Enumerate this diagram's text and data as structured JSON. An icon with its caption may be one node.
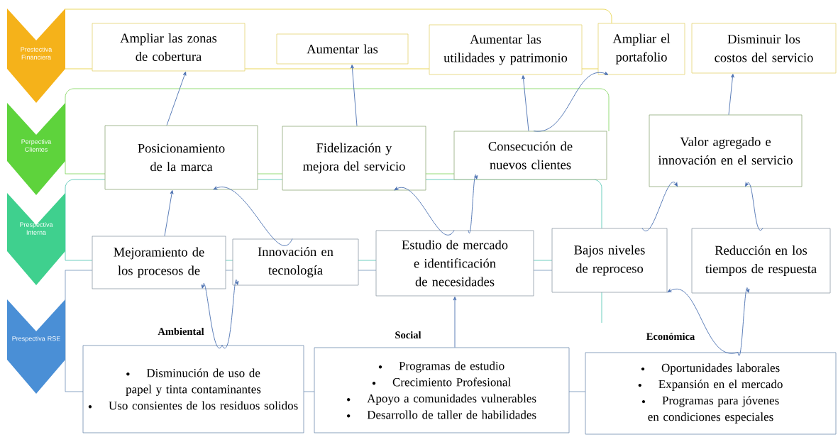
{
  "diagram": {
    "nodes": [
      {
        "text": [
          "Prestectiva Financiera"
        ]
      },
      {
        "text": [
          "Perpectiva Clientes"
        ]
      },
      {
        "text": [
          "Prespectiva Interna"
        ]
      },
      {
        "text": [
          "Prespectiva RSE"
        ]
      },
      {
        "text": [
          "Ampliar las zonas de cobertura"
        ]
      },
      {
        "text": [
          "Aumentar las"
        ]
      },
      {
        "text": [
          "Aumentar las utilidades y patrimonio"
        ]
      },
      {
        "text": [
          "Ampliar el portafolio"
        ]
      },
      {
        "text": [
          "Disminuir los costos del servicio"
        ]
      },
      {
        "text": [
          "Posicionamiento de la marca"
        ]
      },
      {
        "text": [
          "Fidelización y mejora del servicio"
        ]
      },
      {
        "text": [
          "Consecución de nuevos clientes"
        ]
      },
      {
        "text": [
          "Valor agregado e innovación en el servicio"
        ]
      },
      {
        "text": [
          "Mejoramiento de los procesos de"
        ]
      },
      {
        "text": [
          "Innovación en tecnología"
        ]
      },
      {
        "text": [
          "Estudio de mercado e identificación de necesidades"
        ]
      },
      {
        "text": [
          "Bajos niveles de reproceso"
        ]
      },
      {
        "text": [
          "Reducción en los tiempos de respuesta"
        ]
      },
      {
        "text": [
          "Ambiental",
          "Disminución de uso de papel y tinta contaminantes",
          "Uso consientes de los residuos solidos"
        ]
      },
      {
        "text": [
          "Social",
          "Programas de estudio",
          "Crecimiento Profesional",
          "Apoyo a comunidades vulnerables",
          "Desarrollo de taller de habilidades"
        ]
      },
      {
        "text": [
          "Económica",
          "Oportunidades laborales",
          "Expansión en el mercado",
          "Programas para jóvenes en condiciones especiales"
        ]
      }
    ],
    "edges": [
      {
        "from": 9,
        "to": 4,
        "arrow": "to"
      },
      {
        "from": 10,
        "to": 5,
        "arrow": "to"
      },
      {
        "from": 11,
        "to": 6,
        "arrow": "to"
      },
      {
        "from": 11,
        "to": 7,
        "arrow": "to"
      },
      {
        "from": 12,
        "to": 8,
        "arrow": "to"
      },
      {
        "from": 13,
        "to": 9,
        "arrow": "to"
      },
      {
        "from": 14,
        "to": 9,
        "arrow": "to"
      },
      {
        "from": 15,
        "to": 10,
        "arrow": "to"
      },
      {
        "from": 15,
        "to": 11,
        "arrow": "to"
      },
      {
        "from": 16,
        "to": 12,
        "arrow": "to"
      },
      {
        "from": 17,
        "to": 12,
        "arrow": "to"
      },
      {
        "from": 18,
        "to": 13,
        "arrow": "to"
      },
      {
        "from": 18,
        "to": 14,
        "arrow": "to"
      },
      {
        "from": 19,
        "to": 15,
        "arrow": "to"
      },
      {
        "from": 20,
        "to": 16,
        "arrow": "to"
      },
      {
        "from": 20,
        "to": 17,
        "arrow": "to"
      }
    ]
  }
}
